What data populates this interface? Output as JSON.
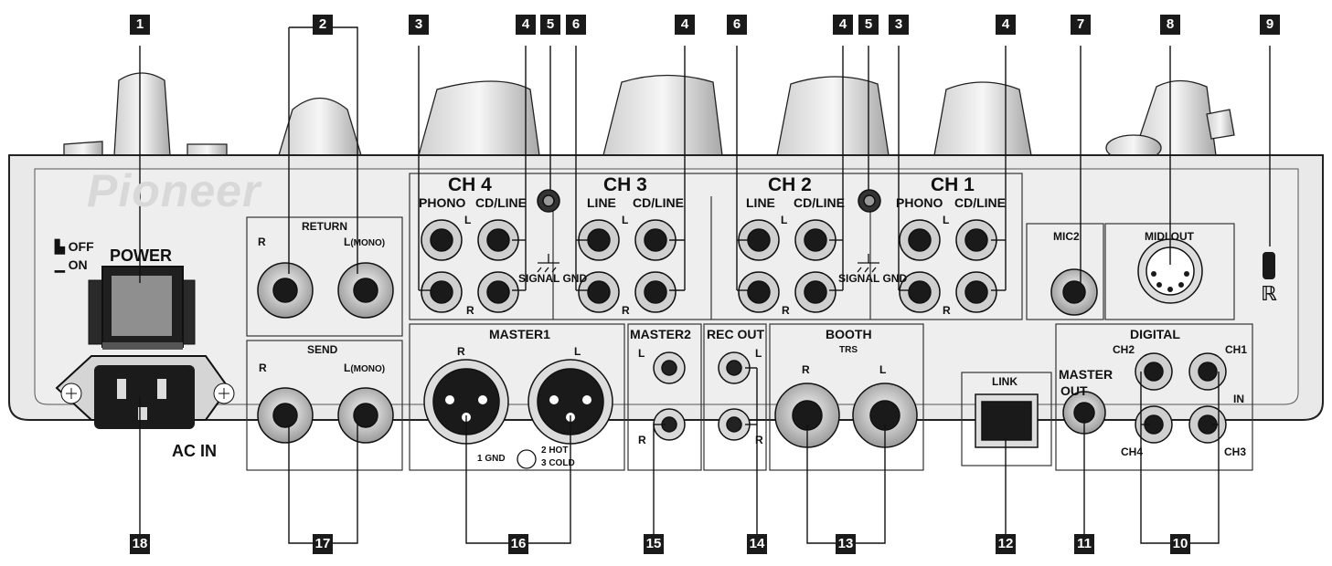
{
  "brand": "Pioneer",
  "callouts": [
    "1",
    "2",
    "3",
    "4",
    "5",
    "6",
    "4",
    "6",
    "4",
    "5",
    "3",
    "4",
    "7",
    "8",
    "9",
    "18",
    "17",
    "16",
    "15",
    "14",
    "13",
    "12",
    "11",
    "10"
  ],
  "labels": {
    "off": "OFF",
    "on": "ON",
    "power": "POWER",
    "ac_in": "AC IN",
    "return": "RETURN",
    "send": "SEND",
    "r": "R",
    "l": "L",
    "l_mono": "L",
    "mono": "(MONO)",
    "ch4": "CH 4",
    "ch3": "CH 3",
    "ch2": "CH 2",
    "ch1": "CH 1",
    "phono": "PHONO",
    "cd_line": "CD/LINE",
    "line": "LINE",
    "signal_gnd": "SIGNAL GND",
    "mic2": "MIC2",
    "midi_out": "MIDI OUT",
    "master1": "MASTER1",
    "master2": "MASTER2",
    "rec_out": "REC OUT",
    "booth": "BOOTH",
    "trs": "TRS",
    "gnd1": "1 GND",
    "hot2": "2 HOT",
    "cold3": "3 COLD",
    "link": "LINK",
    "digital": "DIGITAL",
    "master_out_1": "MASTER",
    "master_out_2": "OUT",
    "in": "IN",
    "dch1": "CH1",
    "dch2": "CH2",
    "dch3": "CH3",
    "dch4": "CH4"
  }
}
